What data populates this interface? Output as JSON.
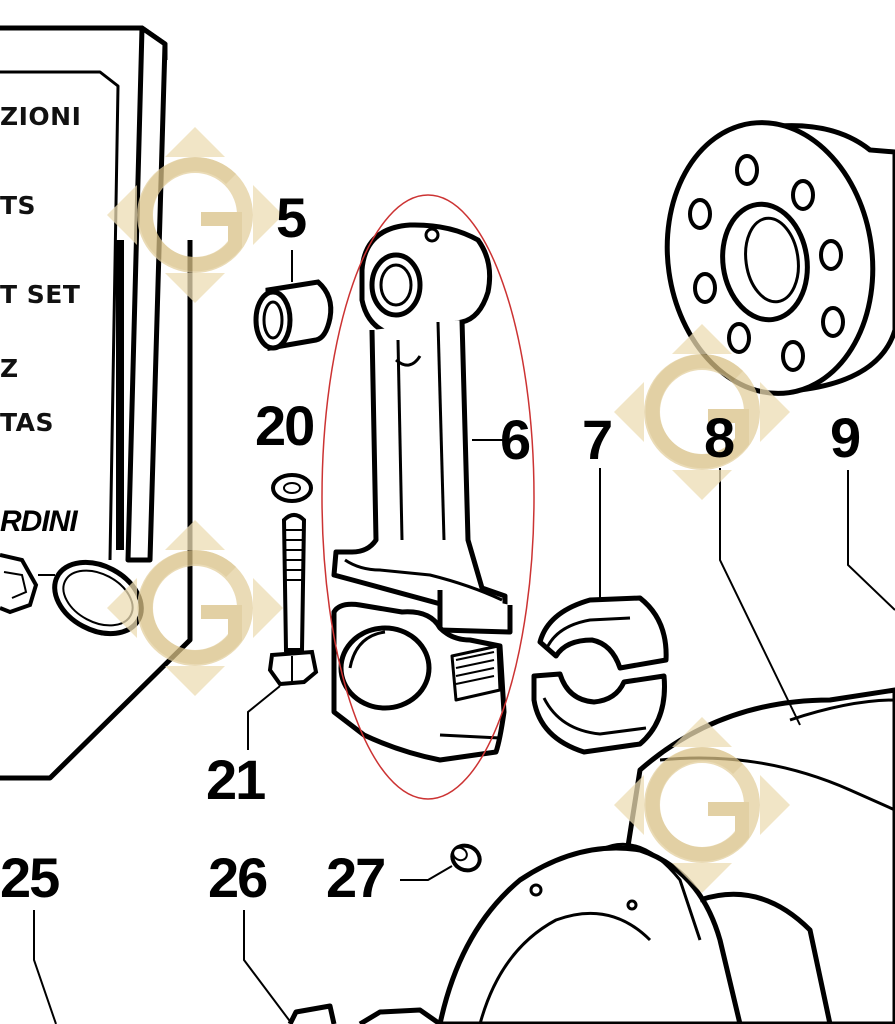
{
  "manual_box": {
    "lines": [
      "ZIONI",
      "TS",
      "T SET",
      "Z",
      "TAS"
    ],
    "brand": "RDINI"
  },
  "callouts": {
    "c5": "5",
    "c6": "6",
    "c7": "7",
    "c8": "8",
    "c9": "9",
    "c20": "20",
    "c21": "21",
    "c25": "25",
    "c26": "26",
    "c27": "27"
  },
  "colors": {
    "highlight": "#cc3333",
    "watermark": "#e3cf9e",
    "ink": "#000000"
  },
  "watermark_icon": "g-logo-icon"
}
